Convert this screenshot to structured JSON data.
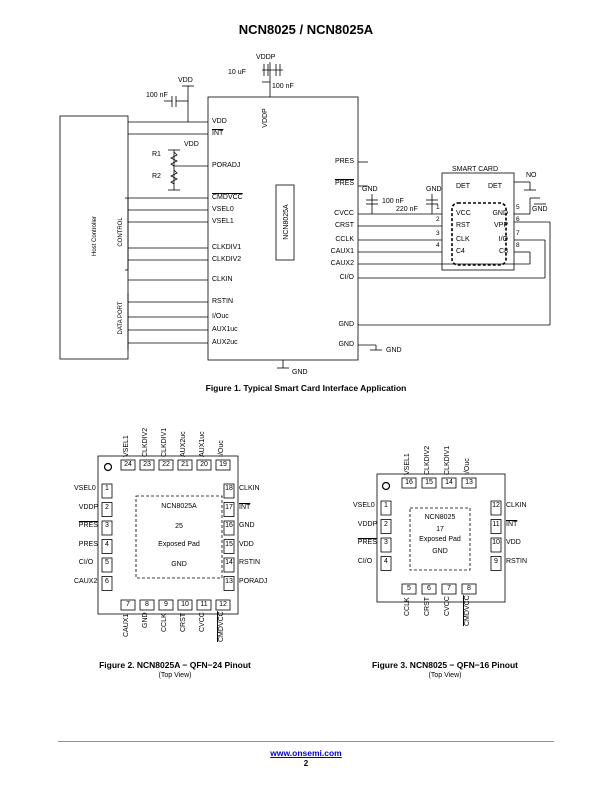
{
  "document": {
    "title": "NCN8025 / NCN8025A",
    "footer_link": "www.onsemi.com",
    "page_number": "2"
  },
  "figure1": {
    "caption": "Figure 1. Typical Smart Card Interface Application",
    "host_controller": "Host Controller",
    "control": "CONTROL",
    "data_port": "DATA PORT",
    "chip_label": "NCN8025A",
    "vddp_vertical": "VDDP",
    "vdd_label": "VDD",
    "vddp_label": "VDDP",
    "cap_10uf": "10 uF",
    "cap_100nf_a": "100 nF",
    "cap_100nf_b": "100 nF",
    "cap_100nf_c": "100 nF",
    "cap_220nf": "220 nF",
    "r1": "R1",
    "r2": "R2",
    "gnd": "GND",
    "no": "NO",
    "smart_card": "SMART CARD",
    "det": "DET",
    "left_pins": [
      "VDD",
      "INT",
      "PORADJ",
      "CMDVCC",
      "VSEL0",
      "VSEL1",
      "CLKDIV1",
      "CLKDIV2",
      "CLKIN",
      "RSTIN",
      "I/Ouc",
      "AUX1uc",
      "AUX2uc"
    ],
    "right_pins": [
      "PRES",
      "PRES",
      "CVCC",
      "CRST",
      "CCLK",
      "CAUX1",
      "CAUX2",
      "CI/O",
      "GND",
      "GND"
    ],
    "bottom_gnd": "GND",
    "card_left_pins": [
      "VCC",
      "RST",
      "CLK",
      "C4"
    ],
    "card_left_nums": [
      "1",
      "2",
      "3",
      "4"
    ],
    "card_right_pins": [
      "GND",
      "VPP",
      "I/O",
      "C8"
    ],
    "card_right_nums": [
      "5",
      "6",
      "7",
      "8"
    ]
  },
  "figure2": {
    "caption": "Figure 2. NCN8025A − QFN−24 Pinout",
    "subcaption": "(Top View)",
    "center_name": "NCN8025A",
    "center_num": "25",
    "center_pad": "Exposed Pad",
    "center_gnd": "GND",
    "top_pins": [
      {
        "num": "24",
        "name": "VSEL1"
      },
      {
        "num": "23",
        "name": "CLKDIV2"
      },
      {
        "num": "22",
        "name": "CLKDIV1"
      },
      {
        "num": "21",
        "name": "AUX2uc"
      },
      {
        "num": "20",
        "name": "AUX1uc"
      },
      {
        "num": "19",
        "name": "I/Ouc"
      }
    ],
    "left_pins": [
      {
        "num": "1",
        "name": "VSEL0"
      },
      {
        "num": "2",
        "name": "VDDP"
      },
      {
        "num": "3",
        "name": "PRES"
      },
      {
        "num": "4",
        "name": "PRES"
      },
      {
        "num": "5",
        "name": "CI/O"
      },
      {
        "num": "6",
        "name": "CAUX2"
      }
    ],
    "right_pins": [
      {
        "num": "18",
        "name": "CLKIN"
      },
      {
        "num": "17",
        "name": "INT"
      },
      {
        "num": "16",
        "name": "GND"
      },
      {
        "num": "15",
        "name": "VDD"
      },
      {
        "num": "14",
        "name": "RSTIN"
      },
      {
        "num": "13",
        "name": "PORADJ"
      }
    ],
    "bottom_pins": [
      {
        "num": "7",
        "name": "CAUX1"
      },
      {
        "num": "8",
        "name": "GND"
      },
      {
        "num": "9",
        "name": "CCLK"
      },
      {
        "num": "10",
        "name": "CRST"
      },
      {
        "num": "11",
        "name": "CVCC"
      },
      {
        "num": "12",
        "name": "CMDVCC"
      }
    ]
  },
  "figure3": {
    "caption": "Figure 3. NCN8025 − QFN−16 Pinout",
    "subcaption": "(Top View)",
    "center_name": "NCN8025",
    "center_num": "17",
    "center_pad": "Exposed Pad",
    "center_gnd": "GND",
    "top_pins": [
      {
        "num": "16",
        "name": "VSEL1"
      },
      {
        "num": "15",
        "name": "CLKDIV2"
      },
      {
        "num": "14",
        "name": "CLKDIV1"
      },
      {
        "num": "13",
        "name": "I/Ouc"
      }
    ],
    "left_pins": [
      {
        "num": "1",
        "name": "VSEL0"
      },
      {
        "num": "2",
        "name": "VDDP"
      },
      {
        "num": "3",
        "name": "PRES"
      },
      {
        "num": "4",
        "name": "CI/O"
      }
    ],
    "right_pins": [
      {
        "num": "12",
        "name": "CLKIN"
      },
      {
        "num": "11",
        "name": "INT"
      },
      {
        "num": "10",
        "name": "VDD"
      },
      {
        "num": "9",
        "name": "RSTIN"
      }
    ],
    "bottom_pins": [
      {
        "num": "5",
        "name": "CCLK"
      },
      {
        "num": "6",
        "name": "CRST"
      },
      {
        "num": "7",
        "name": "CVCC"
      },
      {
        "num": "8",
        "name": "CMDVCC"
      }
    ]
  }
}
